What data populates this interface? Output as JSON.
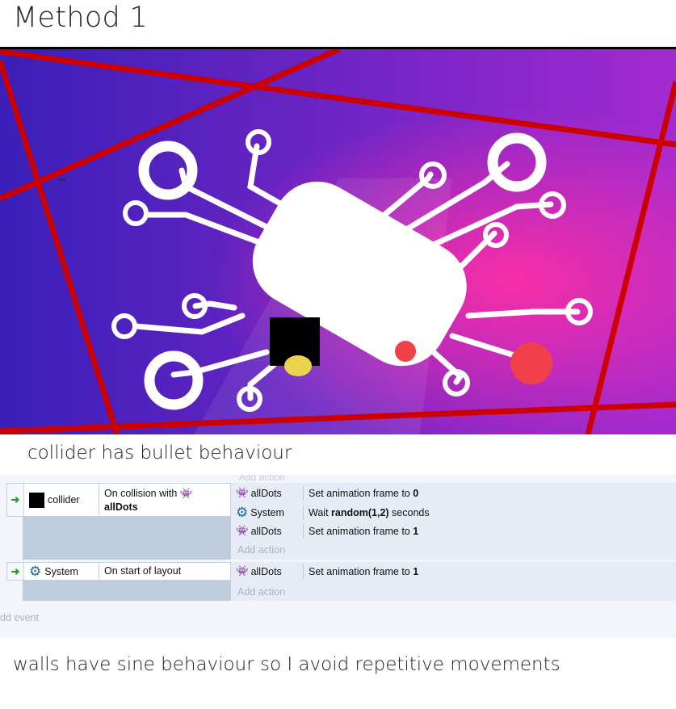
{
  "page": {
    "title": "Method 1",
    "caption_top": "collider has bullet behaviour",
    "caption_bottom": "walls have sine behaviour so I avoid repetitive movements"
  },
  "scene": {
    "tiny_label": "text",
    "colors": {
      "bg_left": "#3a1fb8",
      "bg_right": "#a32ad0",
      "glow": "#ff2fa6",
      "wall": "#cc0000",
      "ball_yellow": "#ecd34d",
      "ball_red": "#f2404a"
    }
  },
  "event_sheet": {
    "ghost_top": "Add action",
    "events": [
      {
        "object": "collider",
        "condition_prefix": "On collision with",
        "condition_object": "allDots",
        "actions": [
          {
            "object": "allDots",
            "text": "Set animation frame to ",
            "bold": "0",
            "suffix": ""
          },
          {
            "object": "System",
            "text": "Wait ",
            "bold": "random(1,2)",
            "suffix": " seconds"
          },
          {
            "object": "allDots",
            "text": "Set animation frame to ",
            "bold": "1",
            "suffix": ""
          }
        ],
        "add_action": "Add action"
      },
      {
        "object": "System",
        "condition_prefix": "On start of layout",
        "actions": [
          {
            "object": "allDots",
            "text": "Set animation frame to ",
            "bold": "1",
            "suffix": ""
          }
        ],
        "add_action": "Add action"
      }
    ],
    "add_event": "dd event"
  }
}
